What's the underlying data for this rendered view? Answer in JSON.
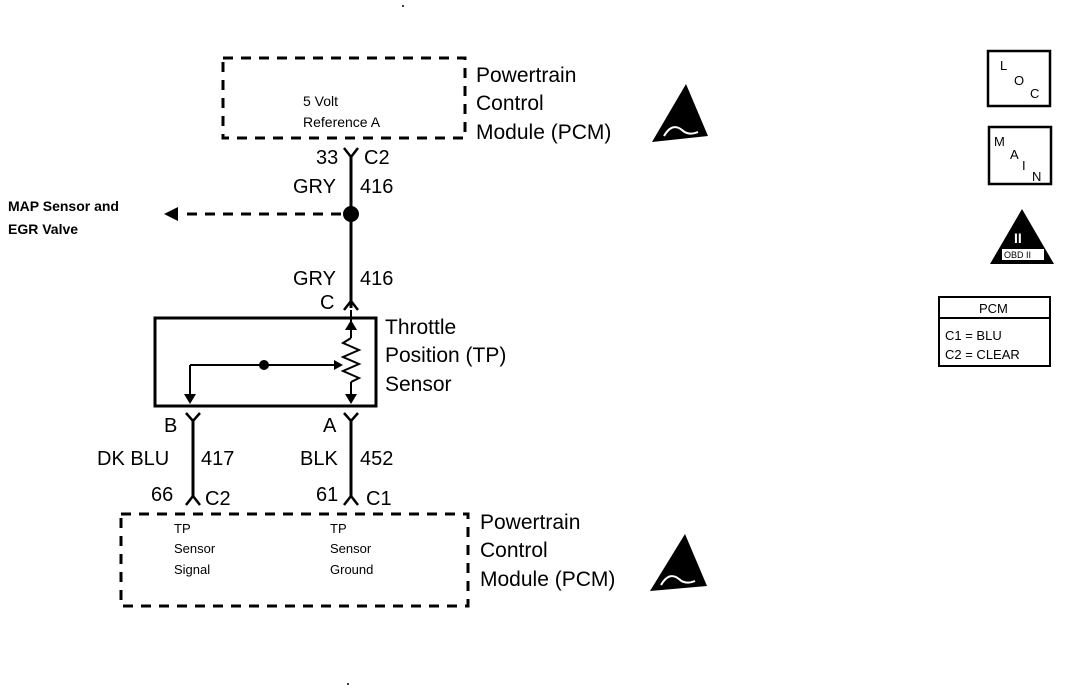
{
  "pcm_top": {
    "title_lines": [
      "Powertrain",
      "Control",
      "Module (PCM)"
    ],
    "inner_lines": [
      "5 Volt",
      "Reference A"
    ],
    "pin": "33",
    "connector": "C2"
  },
  "wire_top": {
    "color": "GRY",
    "circuit": "416"
  },
  "wire_mid": {
    "color": "GRY",
    "circuit": "416"
  },
  "splice_branch": {
    "lines": [
      "MAP Sensor and",
      "EGR Valve"
    ]
  },
  "tp_sensor": {
    "title_lines": [
      "Throttle",
      "Position (TP)",
      "Sensor"
    ],
    "pin_c": "C",
    "pin_b": "B",
    "pin_a": "A"
  },
  "wire_left": {
    "color": "DK BLU",
    "circuit": "417"
  },
  "wire_right": {
    "color": "BLK",
    "circuit": "452"
  },
  "pcm_bottom": {
    "title_lines": [
      "Powertrain",
      "Control",
      "Module (PCM)"
    ],
    "left_pin": "66",
    "left_connector": "C2",
    "right_pin": "61",
    "right_connector": "C1",
    "signal_lines": [
      "TP",
      "Sensor",
      "Signal"
    ],
    "ground_lines": [
      "TP",
      "Sensor",
      "Ground"
    ]
  },
  "icons": {
    "loc": [
      "L",
      "O",
      "C"
    ],
    "main": [
      "M",
      "A",
      "I",
      "N"
    ],
    "obd": {
      "numeral": "II",
      "label": "OBD II"
    }
  },
  "pcm_legend": {
    "header": "PCM",
    "lines": [
      "C1 = BLU",
      "C2 = CLEAR"
    ]
  },
  "colors": {
    "ink": "#000000",
    "paper": "#ffffff"
  }
}
